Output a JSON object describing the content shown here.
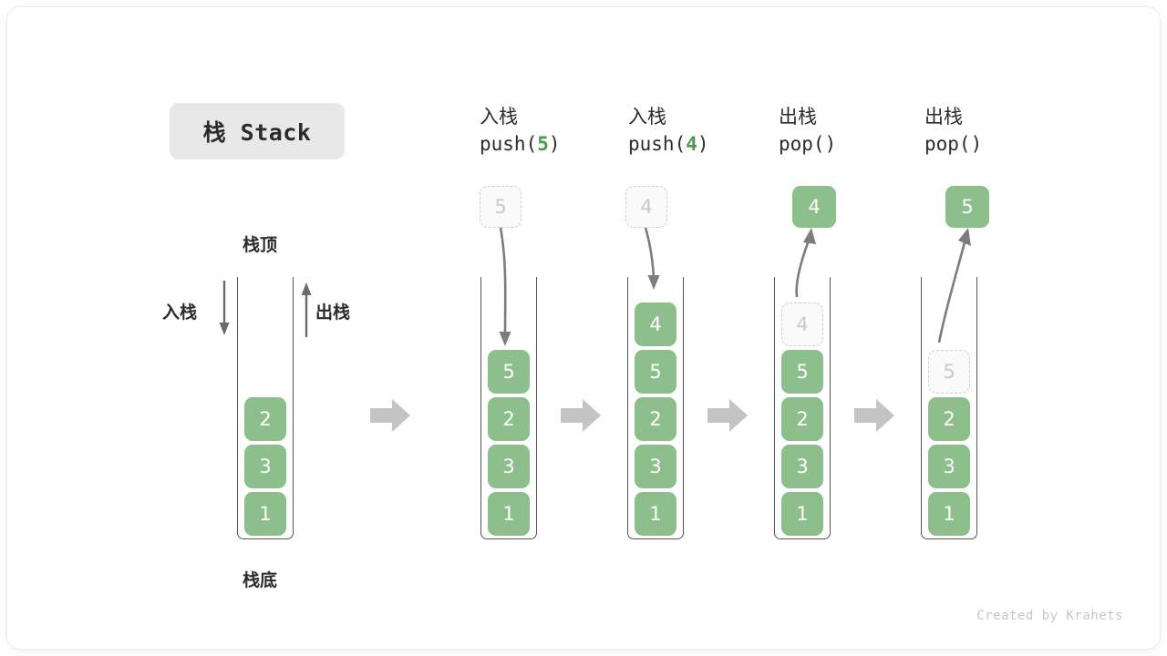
{
  "title": {
    "text": "栈 Stack"
  },
  "colors": {
    "cell_green": "#8cbf8c",
    "accent_green": "#4a9c4a",
    "ghost_border": "#cfcfcf",
    "ghost_text": "#c9c9c9",
    "wall": "#555555",
    "flow_arrow": "#c4c4c4",
    "badge_bg": "#e8e8e8"
  },
  "legend": {
    "top_label": "栈顶",
    "bottom_label": "栈底",
    "push_label": "入栈",
    "pop_label": "出栈",
    "push_arrow_icon": "arrow-down-icon",
    "pop_arrow_icon": "arrow-up-icon"
  },
  "flow_arrow_icon": "arrow-right-icon",
  "steps": [
    {
      "id": "initial",
      "cn": "",
      "op": "",
      "arg": "",
      "cells_bottom_to_top": [
        "1",
        "3",
        "2"
      ],
      "ghost_value": "",
      "result_value": ""
    },
    {
      "id": "push-5",
      "cn": "入栈",
      "op_prefix": "push(",
      "arg": "5",
      "op_suffix": ")",
      "cells_bottom_to_top": [
        "1",
        "3",
        "2",
        "5"
      ],
      "ghost_value": "5",
      "ghost_position": "above-stack",
      "arrow_direction": "down",
      "result_value": ""
    },
    {
      "id": "push-4",
      "cn": "入栈",
      "op_prefix": "push(",
      "arg": "4",
      "op_suffix": ")",
      "cells_bottom_to_top": [
        "1",
        "3",
        "2",
        "5",
        "4"
      ],
      "ghost_value": "4",
      "ghost_position": "above-stack",
      "arrow_direction": "down",
      "result_value": ""
    },
    {
      "id": "pop-4",
      "cn": "出栈",
      "op_prefix": "pop(",
      "arg": "",
      "op_suffix": ")",
      "cells_bottom_to_top": [
        "1",
        "3",
        "2",
        "5"
      ],
      "ghost_value": "4",
      "ghost_position": "in-stack-top",
      "arrow_direction": "up",
      "result_value": "4"
    },
    {
      "id": "pop-5",
      "cn": "出栈",
      "op_prefix": "pop(",
      "arg": "",
      "op_suffix": ")",
      "cells_bottom_to_top": [
        "1",
        "3",
        "2"
      ],
      "ghost_value": "5",
      "ghost_position": "in-stack-top",
      "arrow_direction": "up",
      "result_value": "5"
    }
  ],
  "footer": {
    "credit": "Created by Krahets"
  }
}
